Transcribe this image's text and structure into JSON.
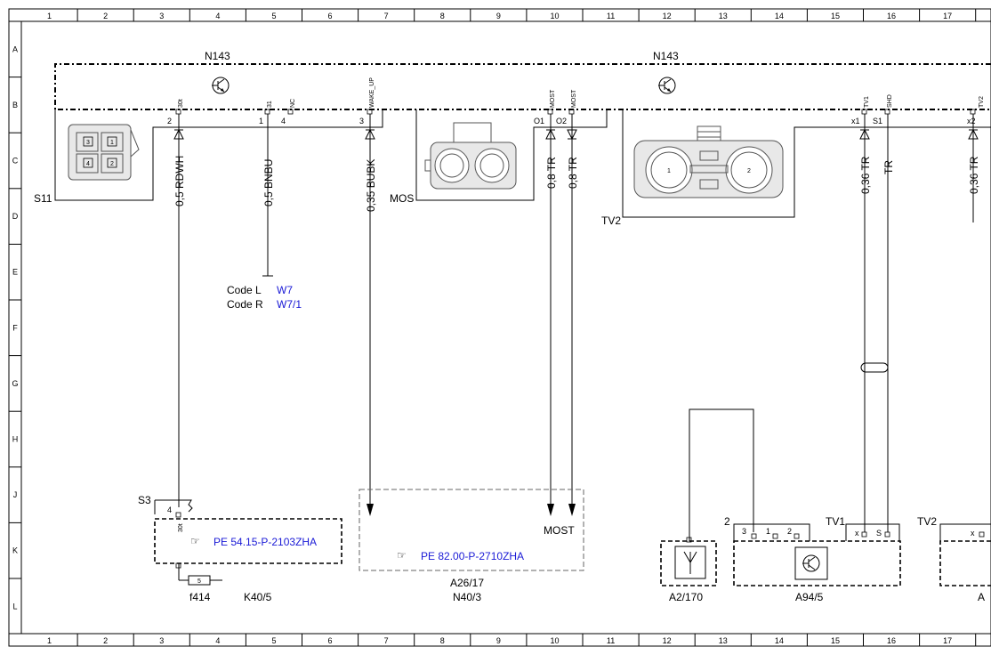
{
  "grid": {
    "columns": [
      "1",
      "2",
      "3",
      "4",
      "5",
      "6",
      "7",
      "8",
      "9",
      "10",
      "11",
      "12",
      "13",
      "14",
      "15",
      "16",
      "17"
    ],
    "rows": [
      "A",
      "B",
      "C",
      "D",
      "E",
      "F",
      "G",
      "H",
      "J",
      "K",
      "L"
    ]
  },
  "modules": {
    "n143_left": "N143",
    "n143_right": "N143"
  },
  "pins": {
    "p30t": "30t",
    "p31": "31",
    "pnc": "NC",
    "pwake": "WAKE_UP",
    "pmost1": "MOST",
    "pmost2": "MOST",
    "ptv1": "TV1",
    "pshd": "SHD",
    "ptv2": "TV2"
  },
  "pin_numbers": {
    "n2": "2",
    "n1": "1",
    "n4": "4",
    "n3": "3",
    "o1": "O1",
    "o2": "O2",
    "x1": "x1",
    "s1": "S1",
    "x2": "x2"
  },
  "connectors": {
    "s11": "S11",
    "s11_pins": [
      "3",
      "1",
      "4",
      "2"
    ],
    "mos": "MOS",
    "tv2": "TV2",
    "tv2_pins": [
      "1",
      "2"
    ]
  },
  "wires": {
    "w_rdwh": "0,5 RDWH",
    "w_bnbu": "0,5 BNBU",
    "w_bubk": "0,35 BUBK",
    "w_tr1": "0,8 TR",
    "w_tr2": "0,8 TR",
    "w_tr3": "0,36 TR",
    "w_tr4": "TR",
    "w_tr5": "0,36 TR"
  },
  "codes": {
    "code_l_label": "Code L",
    "code_l_ref": "W7",
    "code_r_label": "Code R",
    "code_r_ref": "W7/1"
  },
  "lower": {
    "s3": "S3",
    "s3_pin": "4",
    "pin_30t": "30t",
    "ref1": "PE 54.15-P-2103ZHA",
    "fuse_num": "5",
    "f414": "f414",
    "k40": "K40/5",
    "most": "MOST",
    "ref2": "PE 82.00-P-2710ZHA",
    "a26": "A26/17",
    "n40": "N40/3",
    "a2_170": "A2/170",
    "a94_2": "2",
    "a94_pins": [
      "3",
      "1",
      "2"
    ],
    "tv1": "TV1",
    "tv1_pins": [
      "x",
      "S"
    ],
    "a94": "A94/5",
    "tv2": "TV2",
    "tv2_pin": "x",
    "a_partial": "A"
  }
}
